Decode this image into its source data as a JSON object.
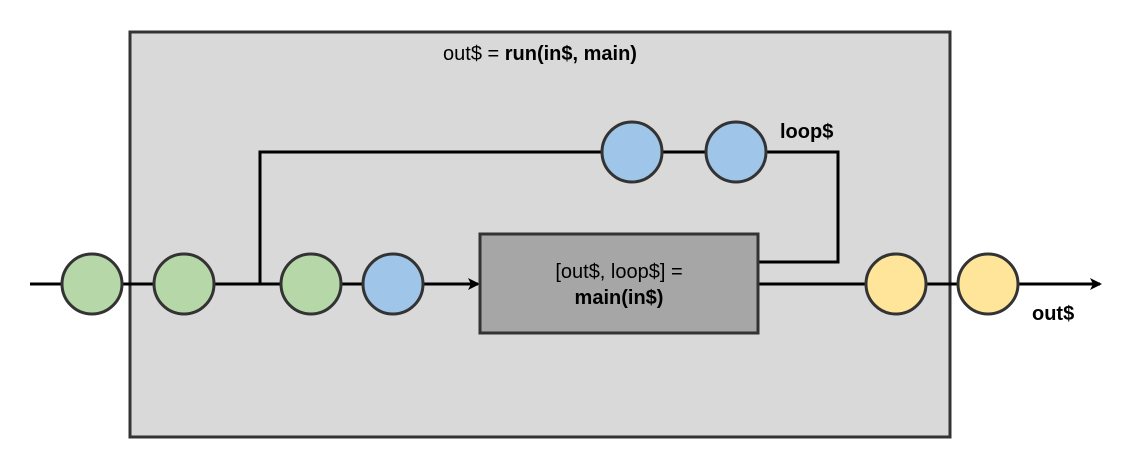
{
  "title": {
    "prefix": "out$ = ",
    "bold": "run(in$, main)"
  },
  "loop_label": "loop$",
  "main_box": {
    "line1": "[out$, loop$] =",
    "line2": "main(in$)"
  },
  "output_label": "out$",
  "colors": {
    "outer_box_fill": "#d9d9d9",
    "main_box_fill": "#a6a6a6",
    "green_node": "#b6d7a8",
    "blue_node": "#9fc5e8",
    "yellow_node": "#ffe599",
    "stroke": "#000000"
  }
}
